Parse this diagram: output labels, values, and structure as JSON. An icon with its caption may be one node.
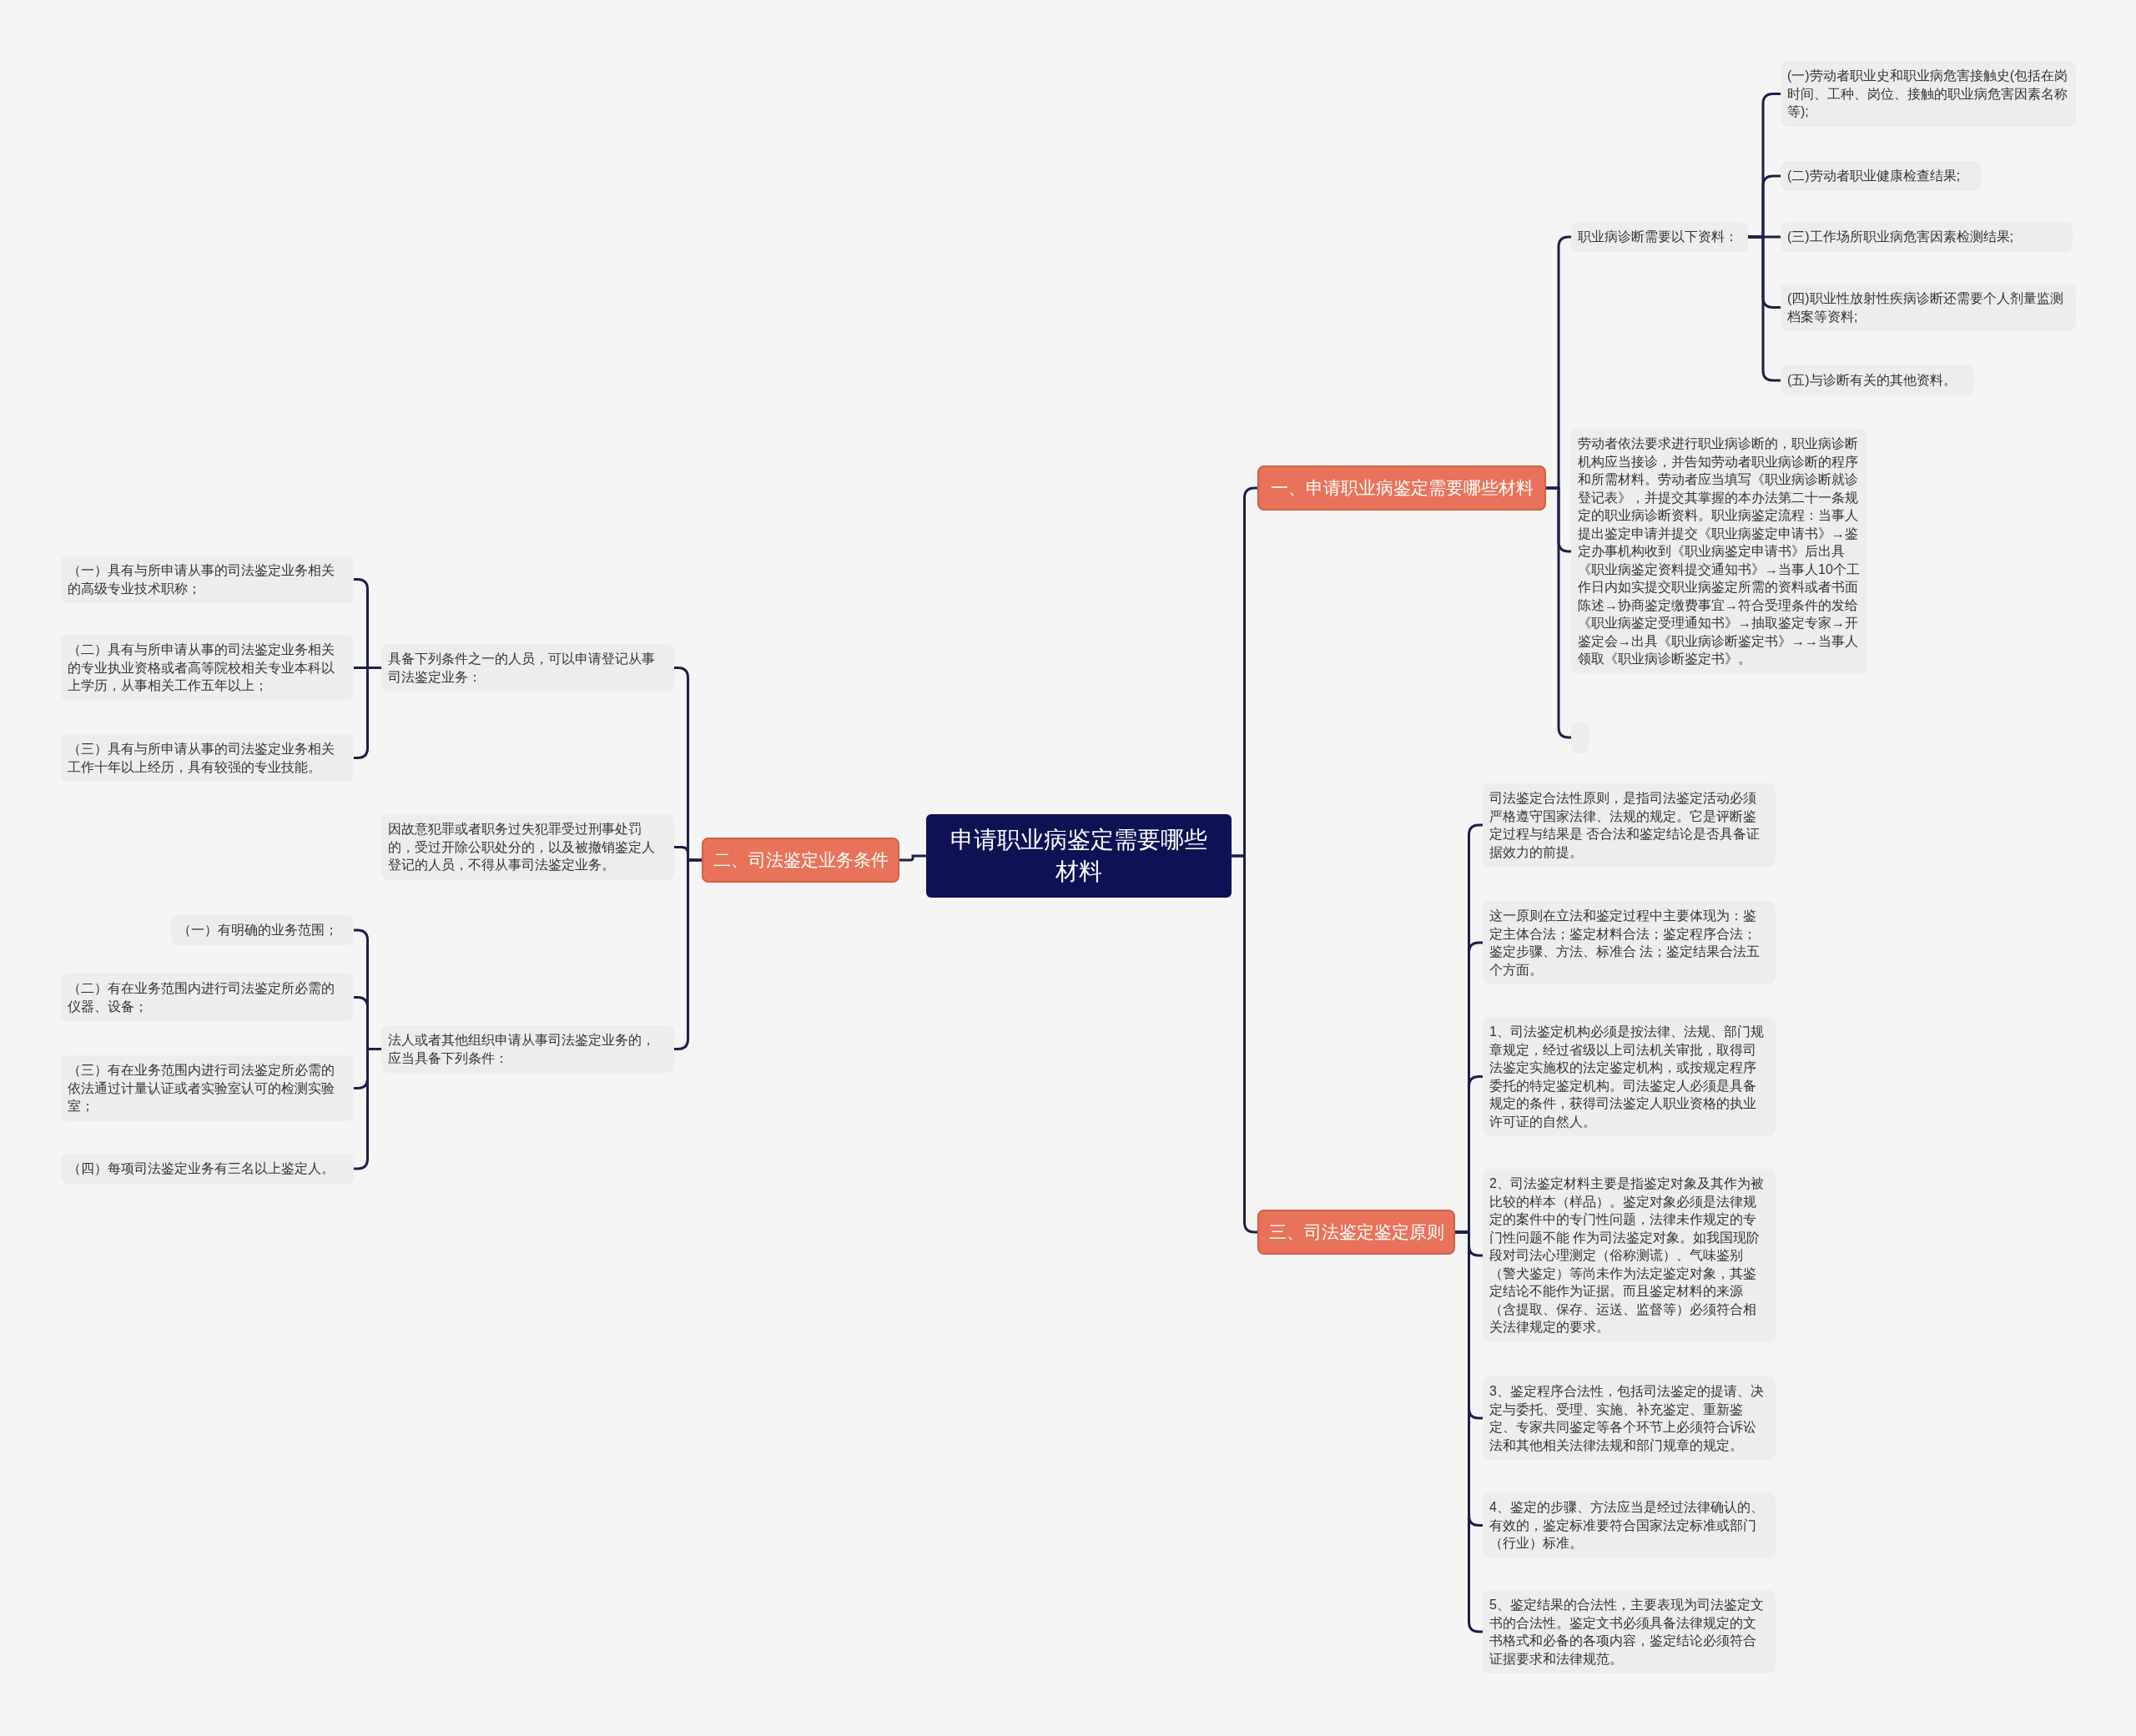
{
  "diagram": {
    "nodes": [
      {
        "text": [
          "申请职业病鉴定需要哪些材料"
        ]
      },
      {
        "text": [
          "一、申请职业病鉴定需要哪些材料"
        ]
      },
      {
        "text": [
          "职业病诊断需要以下资料："
        ]
      },
      {
        "text": [
          "(一)劳动者职业史和职业病危害接触史(包括在岗时间、工种、岗位、接触的职业病危害因素名称等);"
        ]
      },
      {
        "text": [
          "(二)劳动者职业健康检查结果;"
        ]
      },
      {
        "text": [
          "(三)工作场所职业病危害因素检测结果;"
        ]
      },
      {
        "text": [
          "(四)职业性放射性疾病诊断还需要个人剂量监测档案等资料;"
        ]
      },
      {
        "text": [
          "(五)与诊断有关的其他资料。"
        ]
      },
      {
        "text": [
          "劳动者依法要求进行职业病诊断的，职业病诊断机构应当接诊，并告知劳动者职业病诊断的程序和所需材料。劳动者应当填写《职业病诊断就诊登记表》，并提交其掌握的本办法第二十一条规定的职业病诊断资料。职业病鉴定流程：当事人提出鉴定申请并提交《职业病鉴定申请书》→鉴定办事机构收到《职业病鉴定申请书》后出具《职业病鉴定资料提交通知书》→当事人10个工作日内如实提交职业病鉴定所需的资料或者书面陈述→协商鉴定缴费事宜→符合受理条件的发给《职业病鉴定受理通知书》→抽取鉴定专家→开鉴定会→出具《职业病诊断鉴定书》→→当事人领取《职业病诊断鉴定书》。"
        ]
      },
      {
        "text": [],
        "shape": "box"
      },
      {
        "text": [
          "二、司法鉴定业务条件"
        ]
      },
      {
        "text": [
          "具备下列条件之一的人员，可以申请登记从事司法鉴定业务："
        ]
      },
      {
        "text": [
          "（一）具有与所申请从事的司法鉴定业务相关的高级专业技术职称；"
        ]
      },
      {
        "text": [
          "（二）具有与所申请从事的司法鉴定业务相关的专业执业资格或者高等院校相关专业本科以上学历，从事相关工作五年以上；"
        ]
      },
      {
        "text": [
          "（三）具有与所申请从事的司法鉴定业务相关工作十年以上经历，具有较强的专业技能。"
        ]
      },
      {
        "text": [
          "因故意犯罪或者职务过失犯罪受过刑事处罚的，受过开除公职处分的，以及被撤销鉴定人登记的人员，不得从事司法鉴定业务。"
        ]
      },
      {
        "text": [
          "法人或者其他组织申请从事司法鉴定业务的，应当具备下列条件："
        ]
      },
      {
        "text": [
          "（一）有明确的业务范围；"
        ]
      },
      {
        "text": [
          "（二）有在业务范围内进行司法鉴定所必需的仪器、设备；"
        ]
      },
      {
        "text": [
          "（三）有在业务范围内进行司法鉴定所必需的依法通过计量认证或者实验室认可的检测实验室；"
        ]
      },
      {
        "text": [
          "（四）每项司法鉴定业务有三名以上鉴定人。"
        ]
      },
      {
        "text": [
          "三、司法鉴定鉴定原则"
        ]
      },
      {
        "text": [
          "司法鉴定合法性原则，是指司法鉴定活动必须严格遵守国家法律、法规的规定。它是评断鉴定过程与结果是 否合法和鉴定结论是否具备证据效力的前提。"
        ]
      },
      {
        "text": [
          "这一原则在立法和鉴定过程中主要体现为：鉴定主体合法；鉴定材料合法；鉴定程序合法；鉴定步骤、方法、标准合 法；鉴定结果合法五个方面。"
        ]
      },
      {
        "text": [
          "1、司法鉴定机构必须是按法律、法规、部门规章规定，经过省级以上司法机关审批，取得司法鉴定实施权的法定鉴定机构，或按规定程序委托的特定鉴定机构。司法鉴定人必须是具备规定的条件，获得司法鉴定人职业资格的执业许可证的自然人。"
        ]
      },
      {
        "text": [
          "2、司法鉴定材料主要是指鉴定对象及其作为被比较的样本（样品）。鉴定对象必须是法律规定的案件中的专门性问题，法律未作规定的专门性问题不能 作为司法鉴定对象。如我国现阶段对司法心理测定（俗称测谎）、气味鉴别（警犬鉴定）等尚未作为法定鉴定对象，其鉴定结论不能作为证据。而且鉴定材料的来源（含提取、保存、运送、监督等）必须符合相关法律规定的要求。"
        ]
      },
      {
        "text": [
          "3、鉴定程序合法性，包括司法鉴定的提请、决定与委托、受理、实施、补充鉴定、重新鉴定、专家共同鉴定等各个环节上必须符合诉讼法和其他相关法律法规和部门规章的规定。"
        ]
      },
      {
        "text": [
          "4、鉴定的步骤、方法应当是经过法律确认的、有效的，鉴定标准要符合国家法定标准或部门（行业）标准。"
        ]
      },
      {
        "text": [
          "5、鉴定结果的合法性，主要表现为司法鉴定文书的合法性。鉴定文书必须具备法律规定的文书格式和必备的各项内容，鉴定结论必须符合证据要求和法律规范。"
        ]
      }
    ],
    "edges": [
      {
        "from": 0,
        "to": 1,
        "arrow": "none"
      },
      {
        "from": 1,
        "to": 2,
        "arrow": "none"
      },
      {
        "from": 2,
        "to": 3,
        "arrow": "none"
      },
      {
        "from": 2,
        "to": 4,
        "arrow": "none"
      },
      {
        "from": 2,
        "to": 5,
        "arrow": "none"
      },
      {
        "from": 2,
        "to": 6,
        "arrow": "none"
      },
      {
        "from": 2,
        "to": 7,
        "arrow": "none"
      },
      {
        "from": 1,
        "to": 8,
        "arrow": "none"
      },
      {
        "from": 1,
        "to": 9,
        "arrow": "none"
      },
      {
        "from": 0,
        "to": 10,
        "arrow": "none"
      },
      {
        "from": 10,
        "to": 11,
        "arrow": "none"
      },
      {
        "from": 11,
        "to": 12,
        "arrow": "none"
      },
      {
        "from": 11,
        "to": 13,
        "arrow": "none"
      },
      {
        "from": 11,
        "to": 14,
        "arrow": "none"
      },
      {
        "from": 10,
        "to": 15,
        "arrow": "none"
      },
      {
        "from": 10,
        "to": 16,
        "arrow": "none"
      },
      {
        "from": 16,
        "to": 17,
        "arrow": "none"
      },
      {
        "from": 16,
        "to": 18,
        "arrow": "none"
      },
      {
        "from": 16,
        "to": 19,
        "arrow": "none"
      },
      {
        "from": 16,
        "to": 20,
        "arrow": "none"
      },
      {
        "from": 0,
        "to": 21,
        "arrow": "none"
      },
      {
        "from": 21,
        "to": 22,
        "arrow": "none"
      },
      {
        "from": 21,
        "to": 23,
        "arrow": "none"
      },
      {
        "from": 21,
        "to": 24,
        "arrow": "none"
      },
      {
        "from": 21,
        "to": 25,
        "arrow": "none"
      },
      {
        "from": 21,
        "to": 26,
        "arrow": "none"
      },
      {
        "from": 21,
        "to": 27,
        "arrow": "none"
      },
      {
        "from": 21,
        "to": 28,
        "arrow": "none"
      }
    ]
  }
}
